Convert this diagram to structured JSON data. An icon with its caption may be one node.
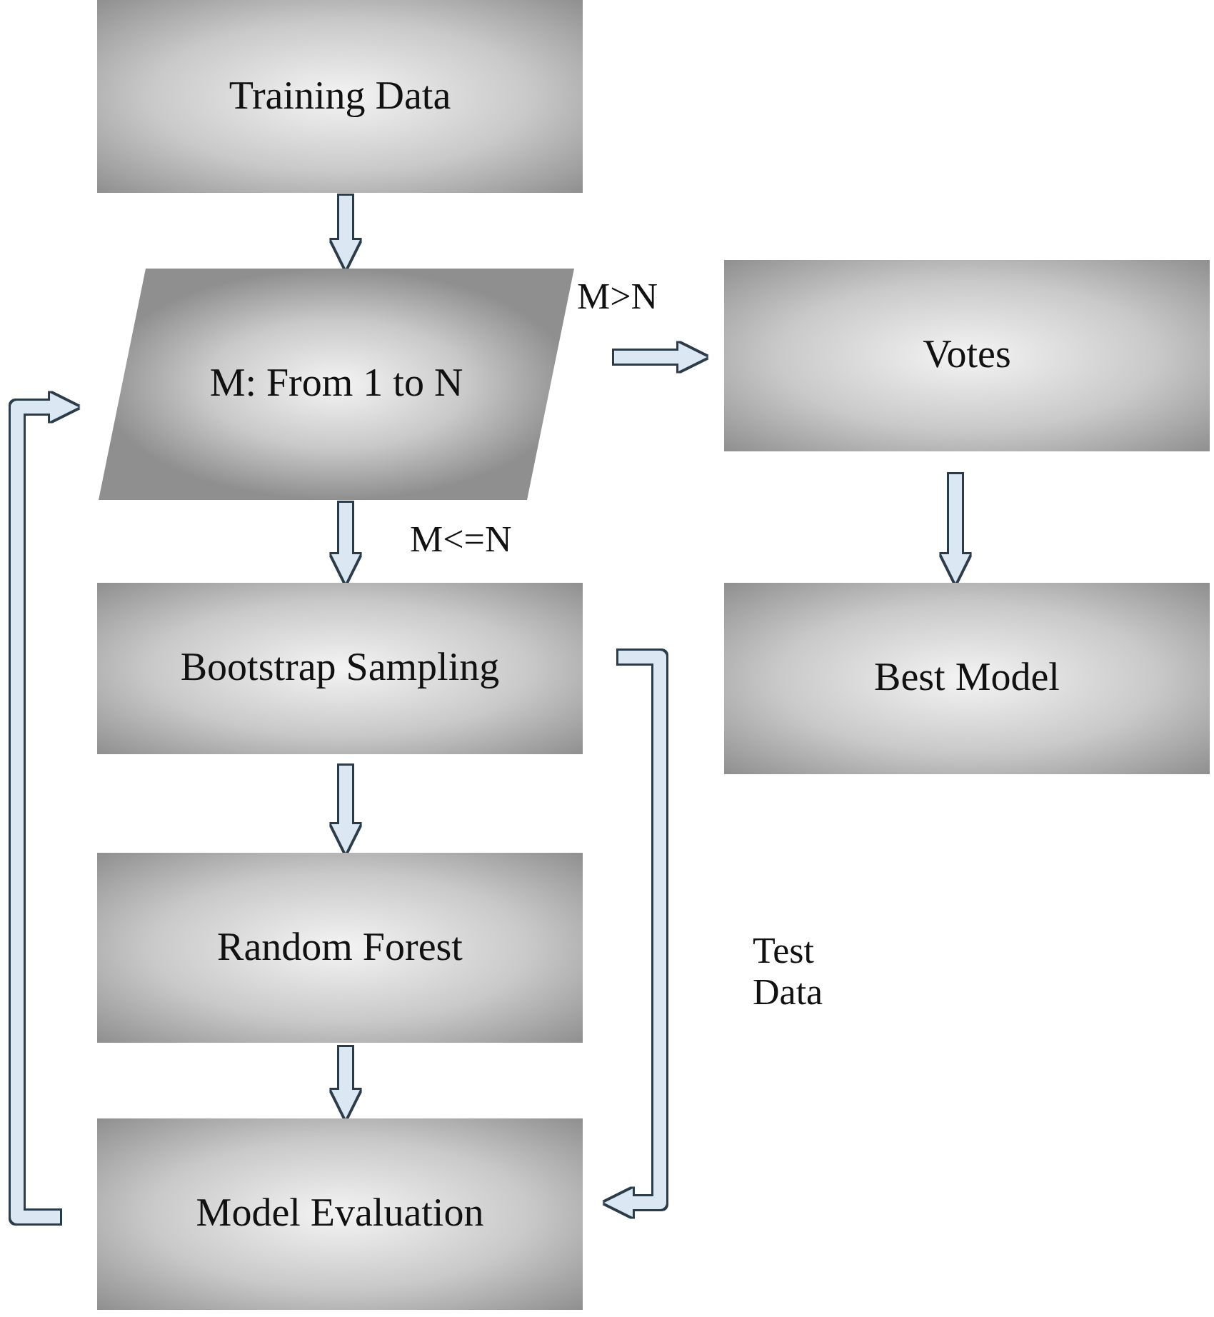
{
  "diagram": {
    "nodes": [
      {
        "text": [
          "Training Data"
        ]
      },
      {
        "text": [
          "M: From 1 to N"
        ]
      },
      {
        "text": [
          "Votes"
        ]
      },
      {
        "text": [
          "Best Model"
        ]
      },
      {
        "text": [
          "Bootstrap Sampling"
        ]
      },
      {
        "text": [
          "Random Forest"
        ]
      },
      {
        "text": [
          "Model Evaluation"
        ]
      }
    ],
    "edges": [
      {
        "from": 0,
        "to": 1,
        "arrow": "to"
      },
      {
        "from": 1,
        "to": 2,
        "arrow": "to",
        "label": "M>N"
      },
      {
        "from": 2,
        "to": 3,
        "arrow": "to"
      },
      {
        "from": 1,
        "to": 4,
        "arrow": "to",
        "label": "M<=N"
      },
      {
        "from": 4,
        "to": 5,
        "arrow": "to"
      },
      {
        "from": 5,
        "to": 6,
        "arrow": "to"
      },
      {
        "from": 6,
        "to": 1,
        "arrow": "to"
      },
      {
        "from": 4,
        "to": 6,
        "arrow": "to",
        "label": "Test Data"
      }
    ]
  }
}
